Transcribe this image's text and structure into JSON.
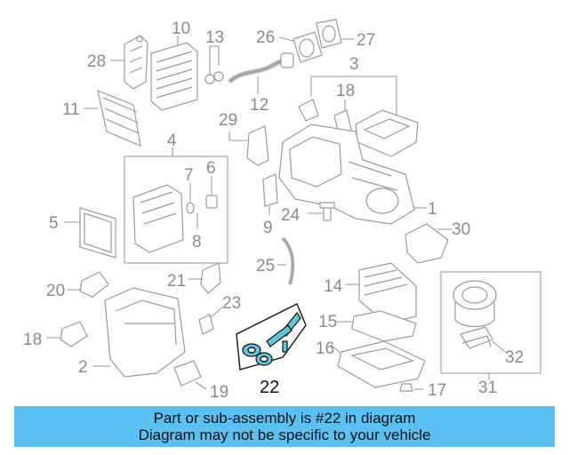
{
  "callouts": {
    "n1": "1",
    "n2": "2",
    "n3": "3",
    "n4": "4",
    "n5": "5",
    "n6": "6",
    "n7": "7",
    "n8": "8",
    "n9": "9",
    "n10": "10",
    "n11": "11",
    "n12": "12",
    "n13": "13",
    "n14": "14",
    "n15": "15",
    "n16": "16",
    "n17": "17",
    "n18a": "18",
    "n18b": "18",
    "n19": "19",
    "n20": "20",
    "n21": "21",
    "n22": "22",
    "n23": "23",
    "n24": "24",
    "n25": "25",
    "n26": "26",
    "n27": "27",
    "n28": "28",
    "n29": "29",
    "n30": "30",
    "n31": "31",
    "n32": "32"
  },
  "highlight": {
    "part": "22",
    "color": "#5fc8dc"
  },
  "banner": {
    "line1": "Part or sub-assembly is #22 in diagram",
    "line2": "Diagram may not be specific to your vehicle",
    "color": "#5bc0f2"
  }
}
